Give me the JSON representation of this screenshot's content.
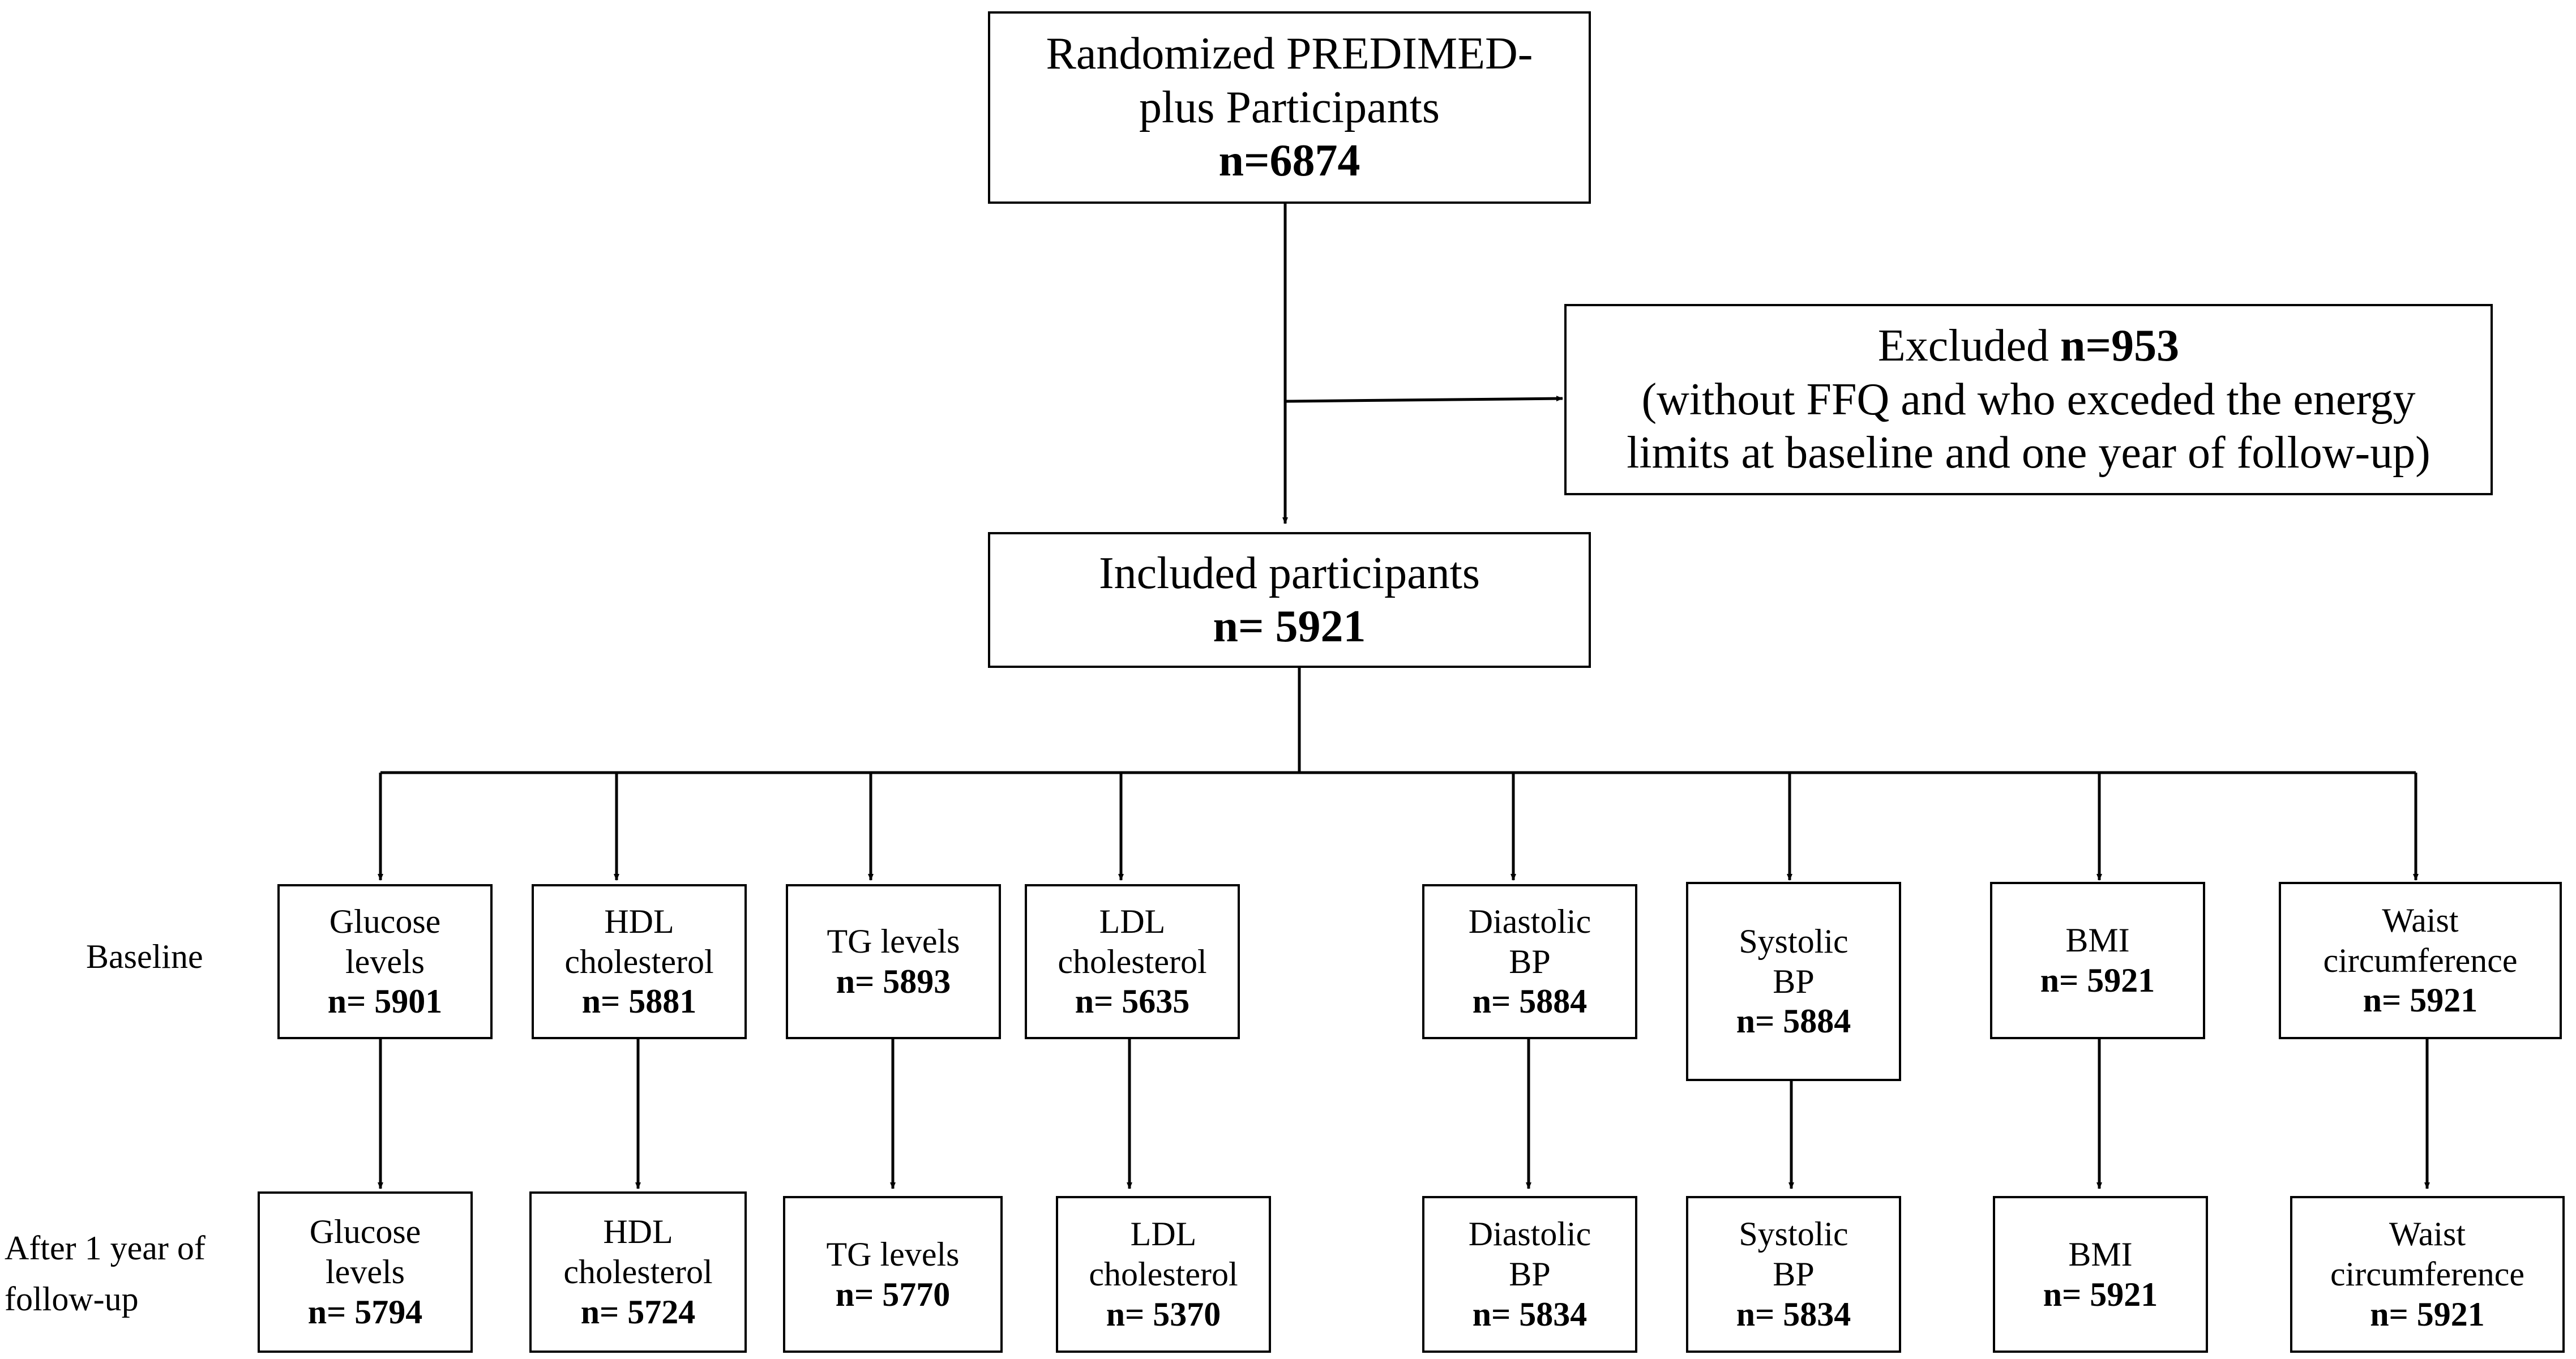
{
  "top_box": {
    "line1": "Randomized PREDIMED-",
    "line2": "plus Participants",
    "count": "n=6874"
  },
  "excluded_box": {
    "label": "Excluded",
    "count": "n=953",
    "detail1": "(without FFQ and who exceded the energy",
    "detail2": "limits at baseline and one year of follow-up)"
  },
  "included_box": {
    "label": "Included participants",
    "count": "n= 5921"
  },
  "row_labels": {
    "baseline": "Baseline",
    "followup_line1": "After 1 year of",
    "followup_line2": "follow-up"
  },
  "baseline": [
    {
      "l1": "Glucose",
      "l2": "levels",
      "n": "n= 5901"
    },
    {
      "l1": "HDL",
      "l2": "cholesterol",
      "n": "n= 5881"
    },
    {
      "l1": "",
      "l2": "TG levels",
      "n": "n= 5893"
    },
    {
      "l1": "LDL",
      "l2": "cholesterol",
      "n": "n= 5635"
    },
    {
      "l1": "Diastolic",
      "l2": "BP",
      "n": "n= 5884"
    },
    {
      "l1": "Systolic",
      "l2": "BP",
      "n": "n= 5884"
    },
    {
      "l1": "",
      "l2": "BMI",
      "n": "n= 5921"
    },
    {
      "l1": "Waist",
      "l2": "circumference",
      "n": "n= 5921"
    }
  ],
  "followup": [
    {
      "l1": "Glucose",
      "l2": "levels",
      "n": "n= 5794"
    },
    {
      "l1": "HDL",
      "l2": "cholesterol",
      "n": "n= 5724"
    },
    {
      "l1": "",
      "l2": "TG levels",
      "n": "n= 5770"
    },
    {
      "l1": "LDL",
      "l2": "cholesterol",
      "n": "n= 5370"
    },
    {
      "l1": "Diastolic",
      "l2": "BP",
      "n": "n= 5834"
    },
    {
      "l1": "Systolic",
      "l2": "BP",
      "n": "n= 5834"
    },
    {
      "l1": "",
      "l2": "BMI",
      "n": "n= 5921"
    },
    {
      "l1": "Waist",
      "l2": "circumference",
      "n": "n= 5921"
    }
  ]
}
